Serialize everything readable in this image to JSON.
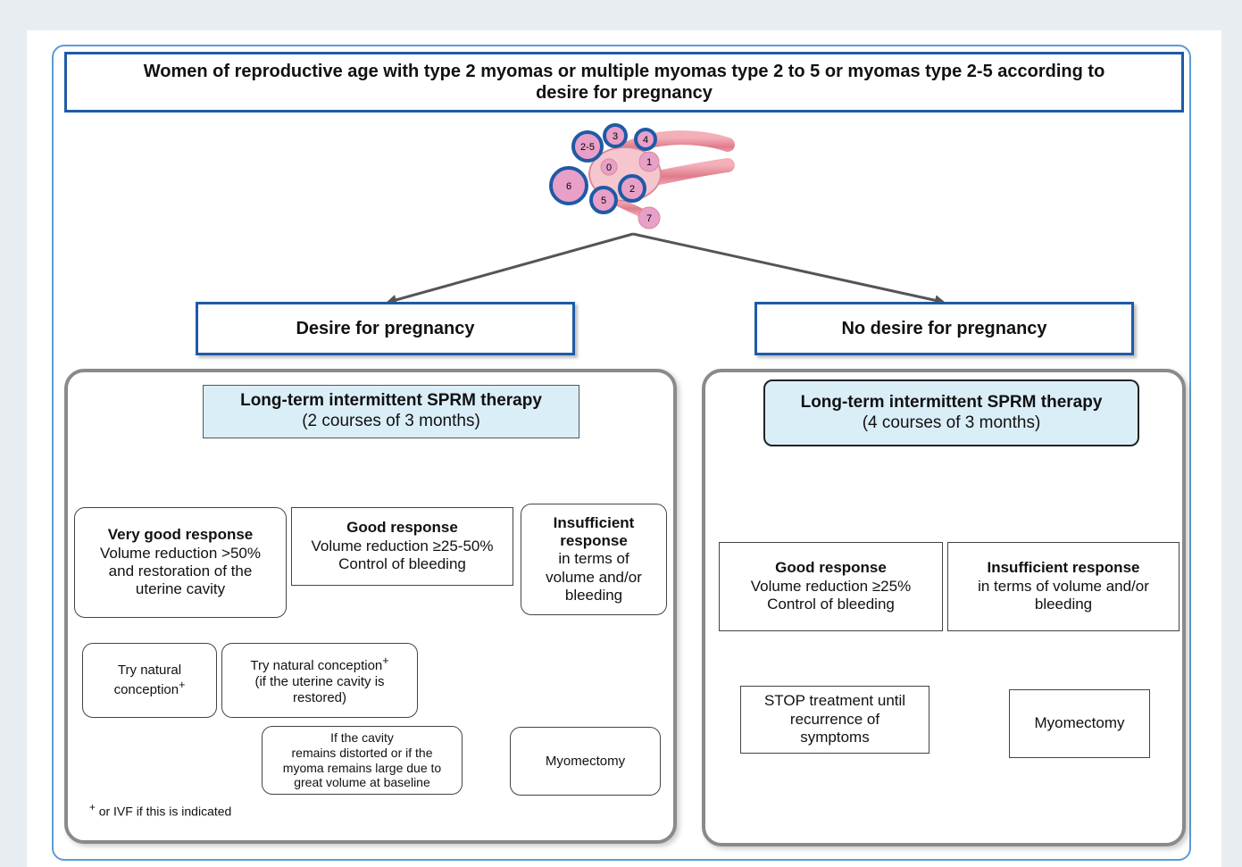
{
  "title": "Women of reproductive age with type 2 myomas or multiple myomas type 2 to 5 or myomas type 2-5 according to desire for pregnancy",
  "uterus": {
    "labels": [
      "2-5",
      "3",
      "4",
      "0",
      "1",
      "6",
      "5",
      "2",
      "7"
    ]
  },
  "left": {
    "header": "Desire for pregnancy",
    "therapy_title": "Long-term intermittent SPRM therapy",
    "therapy_sub": "(2 courses of 3 months)",
    "very_good": {
      "title": "Very good response",
      "line1": "Volume reduction >50%",
      "line2": "and restoration of  the",
      "line3": "uterine cavity"
    },
    "good": {
      "title": "Good response",
      "line1": "Volume reduction ≥25-50%",
      "line2": "Control of bleeding"
    },
    "insufficient": {
      "title1": "Insufficient",
      "title2": "response",
      "line1": "in terms of",
      "line2": "volume and/or",
      "line3": "bleeding"
    },
    "try_natural_1": {
      "line1": "Try natural",
      "line2": "conception",
      "sup": "+"
    },
    "try_natural_2": {
      "line1": "Try natural conception",
      "sup": "+",
      "line2": "(if the uterine cavity is",
      "line3": "restored)"
    },
    "cavity": {
      "line1": "If the cavity",
      "line2": "remains distorted or if the",
      "line3": "myoma remains large due to",
      "line4": "great volume at baseline"
    },
    "myomectomy": "Myomectomy",
    "footnote_sup": "+",
    "footnote": "or IVF if this is indicated"
  },
  "right": {
    "header": "No desire for pregnancy",
    "therapy_title": "Long-term intermittent SPRM therapy",
    "therapy_sub": "(4 courses of 3 months)",
    "good": {
      "title": "Good response",
      "line1": "Volume reduction ≥25%",
      "line2": "Control of bleeding"
    },
    "insufficient": {
      "title": "Insufficient response",
      "line1": "in terms of volume and/or",
      "line2": "bleeding"
    },
    "stop": {
      "line1": "STOP treatment until",
      "line2": "recurrence of",
      "line3": "symptoms"
    },
    "myomectomy": "Myomectomy"
  },
  "colors": {
    "frame": "#5b9bd5",
    "title_border": "#1f5aa6",
    "therapy_fill": "#daeef8",
    "arrow_blue": "#3d7fc4",
    "arrow_gray": "#555555",
    "myoma_fill": "#e8a0c8",
    "myoma_ring": "#1f5aa6"
  }
}
